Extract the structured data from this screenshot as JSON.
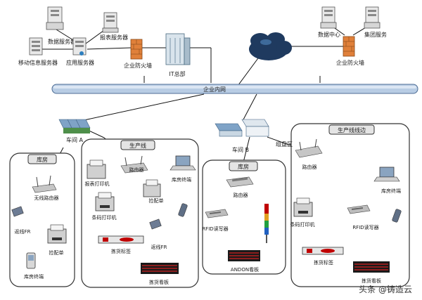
{
  "labels": {
    "db_server": "数据服务器",
    "report_server": "报表服务器",
    "mobile_server": "移动信息服务器",
    "app_server": "应用服务器",
    "firewall_left": "企业防火墙",
    "it_hq": "IT总部",
    "data_center": "数据中心",
    "group_service": "集团服务",
    "firewall_right": "企业防火墙",
    "lan": "企业内网",
    "workshop_a": "车间 A",
    "workshop_b": "车间 B",
    "assembly_area": "组盘区",
    "warehouse_left": {
      "title": "库房",
      "router": "无线路由器",
      "return_fr": "返线FR",
      "picking_list": "捡配单",
      "terminal": "库房终端"
    },
    "production_line": {
      "title": "生产线",
      "router": "路由器",
      "report_printer": "报表打印机",
      "warehouse_terminal": "库房终端",
      "barcode_printer": "条码打印机",
      "picking_list": "捡配单",
      "picking_label": "拣货标签",
      "return_fr": "返线FR",
      "picking_board": "拣货看板"
    },
    "warehouse_mid": {
      "title": "库房",
      "router": "路由器",
      "rfid_reader": "RFID读写器",
      "andon_board": "ANDON看板"
    },
    "production_side": {
      "title": "生产线线边",
      "router": "路由器",
      "warehouse_terminal": "库房终端",
      "barcode_printer": "条码打印机",
      "rfid_reader": "RFID读写器",
      "picking_label": "拣货标签",
      "board": "拣货看板"
    }
  },
  "watermark": "头条 @铸造云",
  "colors": {
    "bus_fill": "#b8cce4",
    "bus_stroke": "#4f6e96",
    "firewall": "#e0803a",
    "cloud": "#1f3a5f"
  }
}
